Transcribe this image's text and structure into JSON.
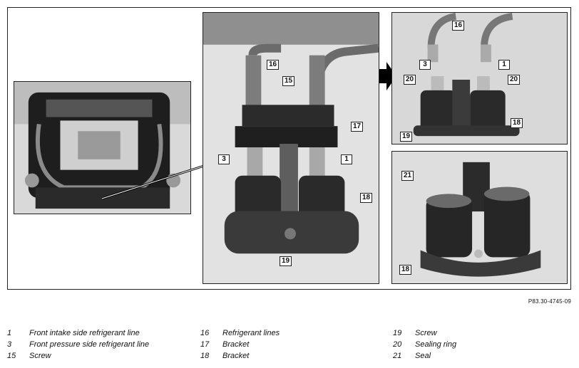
{
  "figure": {
    "reference_code": "P83.30-4745-09",
    "callouts": {
      "main": [
        "16",
        "16",
        "15",
        "17",
        "3",
        "1",
        "18",
        "19"
      ],
      "top_right": [
        "16",
        "3",
        "1",
        "20",
        "20",
        "19",
        "18"
      ],
      "bottom_right": [
        "21",
        "18"
      ]
    }
  },
  "legend": {
    "columns": [
      [
        {
          "num": "1",
          "text": "Front intake side refrigerant line"
        },
        {
          "num": "3",
          "text": "Front pressure side refrigerant line"
        },
        {
          "num": "15",
          "text": "Screw"
        }
      ],
      [
        {
          "num": "16",
          "text": "Refrigerant lines"
        },
        {
          "num": "17",
          "text": "Bracket"
        },
        {
          "num": "18",
          "text": "Bracket"
        }
      ],
      [
        {
          "num": "19",
          "text": "Screw"
        },
        {
          "num": "20",
          "text": "Sealing ring"
        },
        {
          "num": "21",
          "text": "Seal"
        }
      ]
    ]
  }
}
